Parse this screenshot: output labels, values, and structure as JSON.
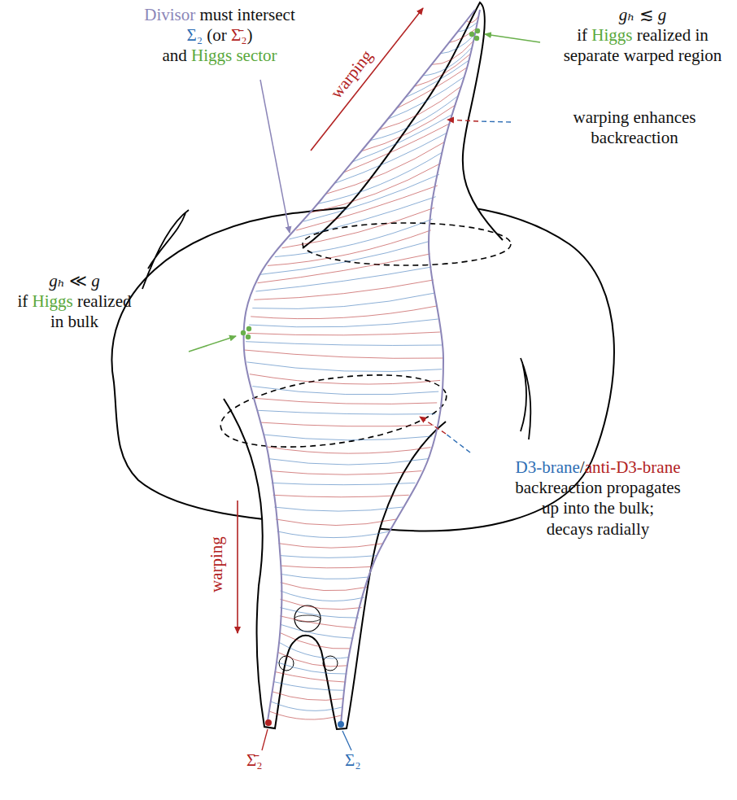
{
  "diagram": {
    "labels": [
      "Divisor must intersect Σ₂ (or Σ̄₂) and Higgs sector",
      "gₕ ≲ g if Higgs realized in separate warped region",
      "warping enhances backreaction",
      "gₕ ≪ g if Higgs realized in bulk",
      "D3-brane/anti-D3-brane backreaction propagates up into the bulk; decays radially",
      "warping",
      "warping",
      "Σ̄₂",
      "Σ₂"
    ]
  }
}
